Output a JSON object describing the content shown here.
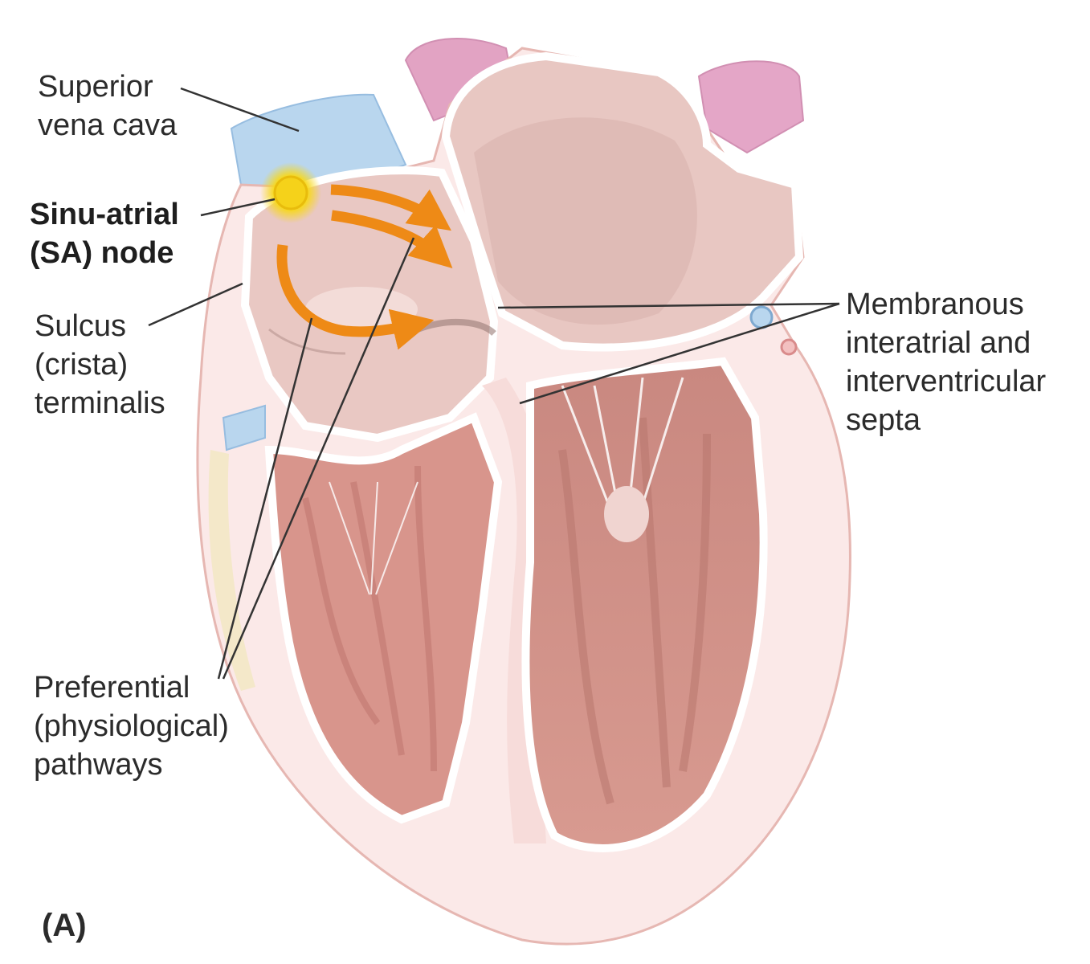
{
  "labels": {
    "superior_vena_cava": [
      "Superior",
      "vena cava"
    ],
    "sa_node": [
      "Sinu-atrial",
      "(SA) node"
    ],
    "sulcus_terminalis": [
      "Sulcus",
      "(crista)",
      "terminalis"
    ],
    "membranous_septa": [
      "Membranous",
      "interatrial and",
      "interventricular",
      "septa"
    ],
    "preferential_pathways": [
      "Preferential",
      "(physiological)",
      "pathways"
    ]
  },
  "panel_letter": "(A)",
  "colors": {
    "myocardium": "#f7dcdc",
    "chamber_wall": "#f2c9c4",
    "ventricle_muscle": "#d88f86",
    "sa_node": "#f7d81e",
    "conduction_arrow": "#ee8a16",
    "vena_cava": "#b9d6ee",
    "pulmonary_vessel": "#e4a3c6",
    "leader_line": "#333333"
  }
}
